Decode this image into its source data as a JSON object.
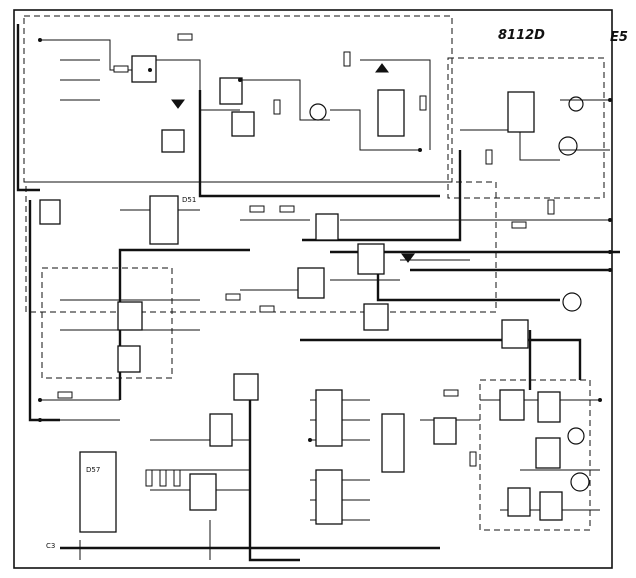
{
  "title": "8112D",
  "sheet": "E5",
  "colors": {
    "ink": "#111111",
    "paper": "#ffffff"
  },
  "component_labels": [
    "D57",
    "D51",
    "C3"
  ]
}
